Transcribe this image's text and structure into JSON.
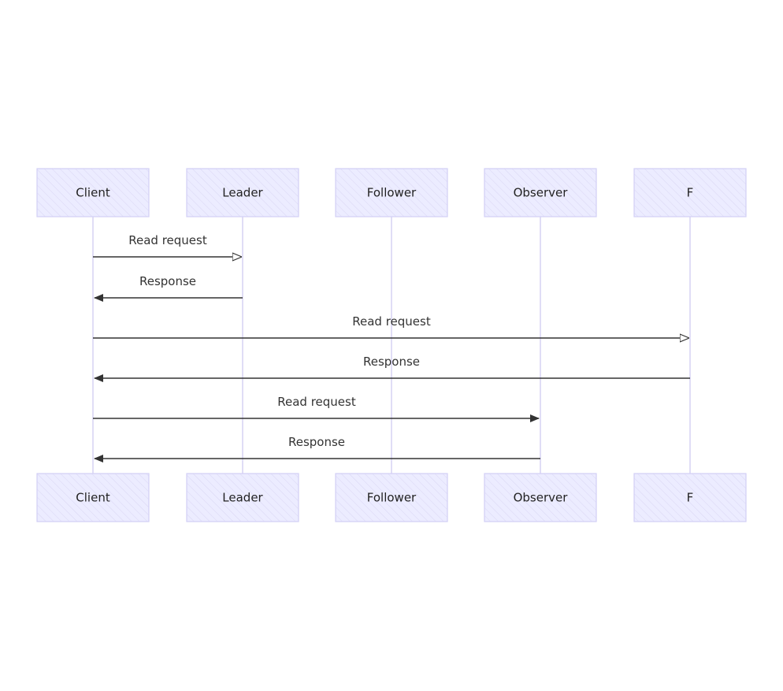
{
  "colors": {
    "actor_fill": "#ececff",
    "actor_stroke": "#d3cff5",
    "lifeline": "#d6d2f4",
    "arrow": "#333333",
    "text": "#222222"
  },
  "actors": [
    {
      "id": "client",
      "label": "Client"
    },
    {
      "id": "leader",
      "label": "Leader"
    },
    {
      "id": "follower",
      "label": "Follower"
    },
    {
      "id": "observer",
      "label": "Observer"
    },
    {
      "id": "f",
      "label": "F"
    }
  ],
  "messages": [
    {
      "from": "client",
      "to": "leader",
      "label": "Read request",
      "arrowhead": "open"
    },
    {
      "from": "leader",
      "to": "client",
      "label": "Response",
      "arrowhead": "filled"
    },
    {
      "from": "client",
      "to": "f",
      "label": "Read request",
      "arrowhead": "open"
    },
    {
      "from": "f",
      "to": "client",
      "label": "Response",
      "arrowhead": "filled"
    },
    {
      "from": "client",
      "to": "observer",
      "label": "Read request",
      "arrowhead": "filled"
    },
    {
      "from": "observer",
      "to": "client",
      "label": "Response",
      "arrowhead": "filled"
    }
  ]
}
